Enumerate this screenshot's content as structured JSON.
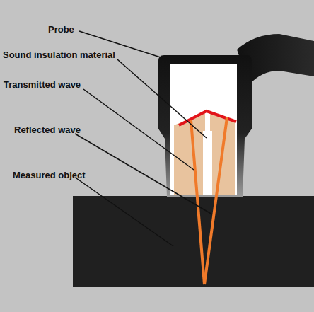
{
  "diagram": {
    "labels": [
      "Probe",
      "Sound insulation material",
      "Transmitted wave",
      "Reflected wave",
      "Measured object"
    ]
  }
}
